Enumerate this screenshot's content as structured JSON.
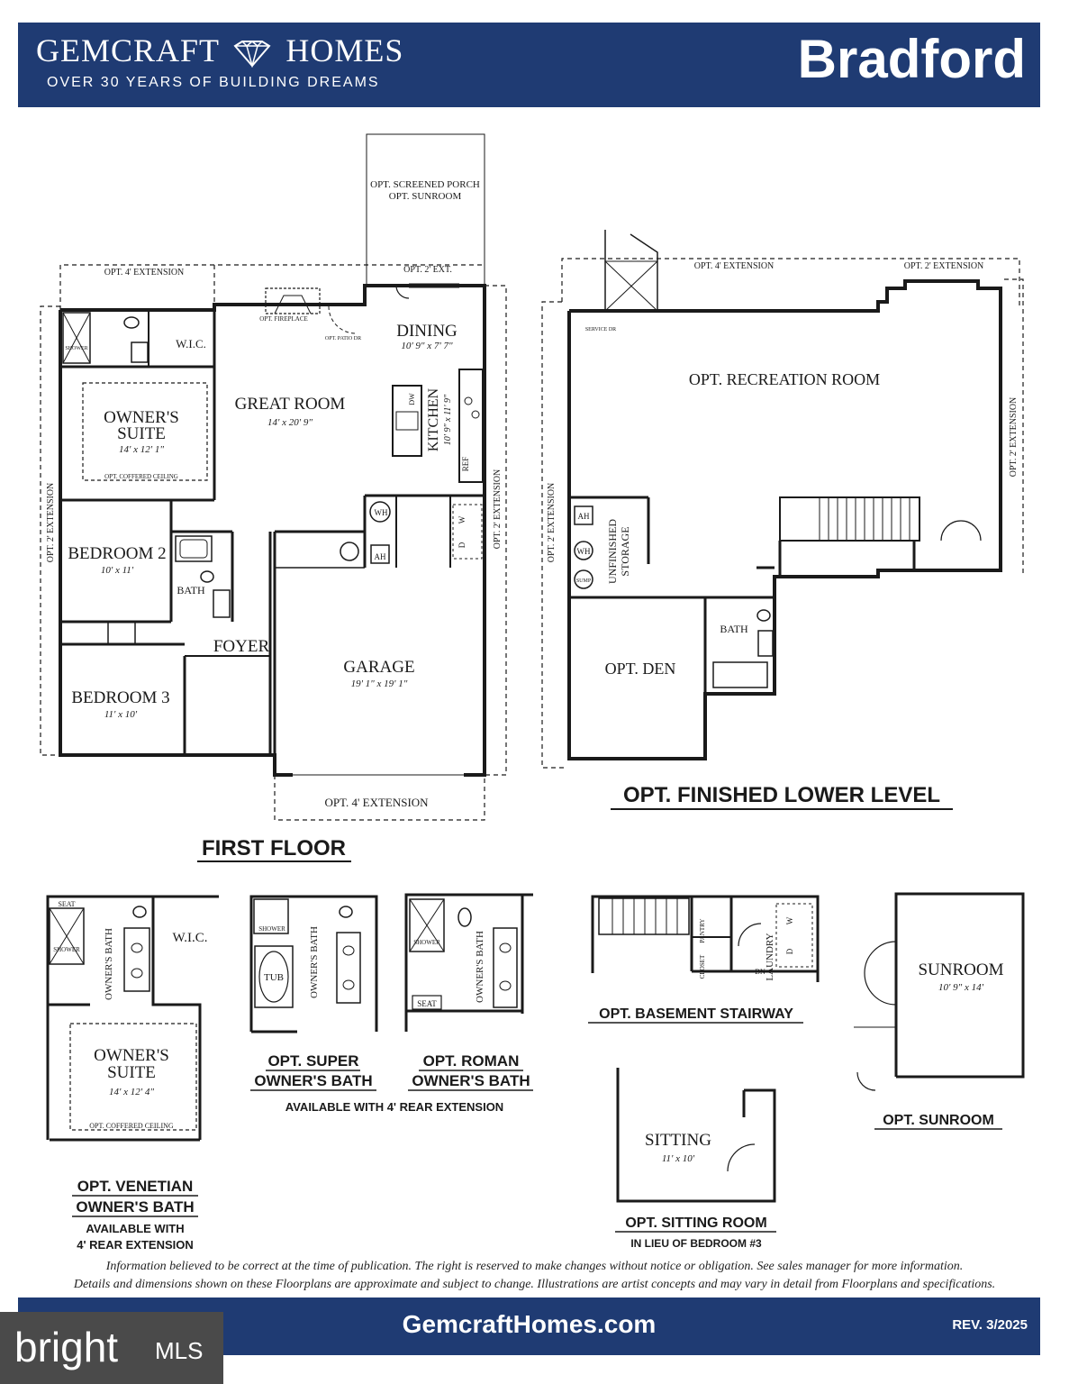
{
  "header": {
    "brand_left": "GEMCRAFT",
    "brand_right": "HOMES",
    "tagline": "OVER 30 YEARS OF BUILDING DREAMS",
    "model": "Bradford"
  },
  "colors": {
    "navy": "#1f3b73",
    "ink": "#1a1a1a"
  },
  "first_floor": {
    "title": "FIRST FLOOR",
    "labels": {
      "screened_porch": "OPT. SCREENED PORCH",
      "sunroom_opt": "OPT. SUNROOM",
      "ext_4_top": "OPT. 4' EXTENSION",
      "ext_2_top": "OPT. 2' EXT.",
      "ext_2_left": "OPT. 2' EXTENSION",
      "ext_2_right": "OPT. 2' EXTENSION",
      "ext_4_bottom": "OPT. 4' EXTENSION",
      "fireplace": "OPT. FIREPLACE",
      "patio_dr": "OPT. PATIO DR",
      "shower": "SHOWER",
      "wic": "W.I.C.",
      "coffered": "OPT. COFFERED CEILING",
      "dw": "DW",
      "ref": "REF",
      "wh": "WH",
      "ah": "AH",
      "w": "W",
      "d": "D",
      "bath": "BATH",
      "foyer": "FOYER"
    },
    "rooms": {
      "dining": {
        "name": "DINING",
        "size": "10' 9\" x 7' 7\""
      },
      "great_room": {
        "name": "GREAT ROOM",
        "size": "14' x 20' 9\""
      },
      "kitchen": {
        "name": "KITCHEN",
        "size": "10' 9\" x 11' 9\""
      },
      "owners_suite": {
        "name_1": "OWNER'S",
        "name_2": "SUITE",
        "size": "14' x 12' 1\""
      },
      "bedroom2": {
        "name": "BEDROOM 2",
        "size": "10' x 11'"
      },
      "bedroom3": {
        "name": "BEDROOM 3",
        "size": "11' x 10'"
      },
      "garage": {
        "name": "GARAGE",
        "size": "19' 1\" x 19' 1\""
      }
    }
  },
  "lower_level": {
    "title": "OPT. FINISHED LOWER LEVEL",
    "labels": {
      "ext_4_top": "OPT. 4' EXTENSION",
      "ext_2_top": "OPT. 2' EXTENSION",
      "ext_2_left": "OPT. 2' EXTENSION",
      "ext_2_right": "OPT. 2' EXTENSION",
      "service_dr": "SERVICE DR",
      "recreation": "OPT. RECREATION ROOM",
      "storage_1": "UNFINISHED",
      "storage_2": "STORAGE",
      "ah": "AH",
      "wh": "WH",
      "sump": "SUMP",
      "bath": "BATH",
      "den": "OPT. DEN"
    }
  },
  "options": {
    "venetian": {
      "title_1": "OPT. VENETIAN",
      "title_2": "OWNER'S BATH",
      "note_1": "AVAILABLE WITH",
      "note_2": "4' REAR EXTENSION",
      "seat": "SEAT",
      "shower": "SHOWER",
      "bath": "OWNER'S BATH",
      "wic": "W.I.C.",
      "suite_1": "OWNER'S",
      "suite_2": "SUITE",
      "size": "14' x 12' 4\"",
      "coffered": "OPT. COFFERED CEILING"
    },
    "super": {
      "title_1": "OPT. SUPER",
      "title_2": "OWNER'S BATH",
      "shower": "SHOWER",
      "tub": "TUB",
      "bath": "OWNER'S BATH"
    },
    "roman": {
      "title_1": "OPT. ROMAN",
      "title_2": "OWNER'S BATH",
      "shower": "SHOWER",
      "seat": "SEAT",
      "bath": "OWNER'S BATH"
    },
    "super_roman_note": "AVAILABLE WITH 4' REAR EXTENSION",
    "basement_stair": {
      "title": "OPT. BASEMENT STAIRWAY",
      "pantry": "PANTRY",
      "closet": "CLOSET",
      "laundry": "LAUNDRY",
      "dn": "DN",
      "w": "W",
      "d": "D"
    },
    "sunroom": {
      "title": "OPT. SUNROOM",
      "name": "SUNROOM",
      "size": "10' 9\" x 14'"
    },
    "sitting": {
      "title": "OPT. SITTING ROOM",
      "note": "IN LIEU OF BEDROOM #3",
      "name": "SITTING",
      "size": "11' x 10'"
    }
  },
  "disclaimer": {
    "line_1": "Information believed to be correct at the time of publication. The right is reserved to make changes without notice or obligation. See sales manager for more information.",
    "line_2": "Details and dimensions shown on these Floorplans are approximate and subject to change. Illustrations are artist concepts and may vary in detail from Floorplans and specifications."
  },
  "footer": {
    "website": "GemcraftHomes.com",
    "rev": "REV. 3/2025"
  },
  "watermark": {
    "brand": "bright",
    "mls": "MLS"
  }
}
